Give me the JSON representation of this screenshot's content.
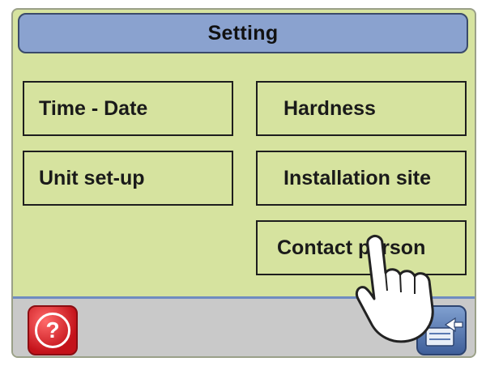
{
  "header": {
    "title": "Setting"
  },
  "menu": {
    "time_date": "Time - Date",
    "hardness": "Hardness",
    "unit_setup": "Unit set-up",
    "installation_site": "Installation site",
    "contact_person": "Contact person"
  },
  "footer": {
    "help_icon": "question-mark-icon",
    "back_icon": "back-arrow-icon",
    "help_color": "#d9202a",
    "back_color": "#5a7ab3"
  },
  "colors": {
    "screen_bg": "#d6e39f",
    "title_bg": "#8aa2cf",
    "bottom_bar": "#c9c9c9"
  }
}
